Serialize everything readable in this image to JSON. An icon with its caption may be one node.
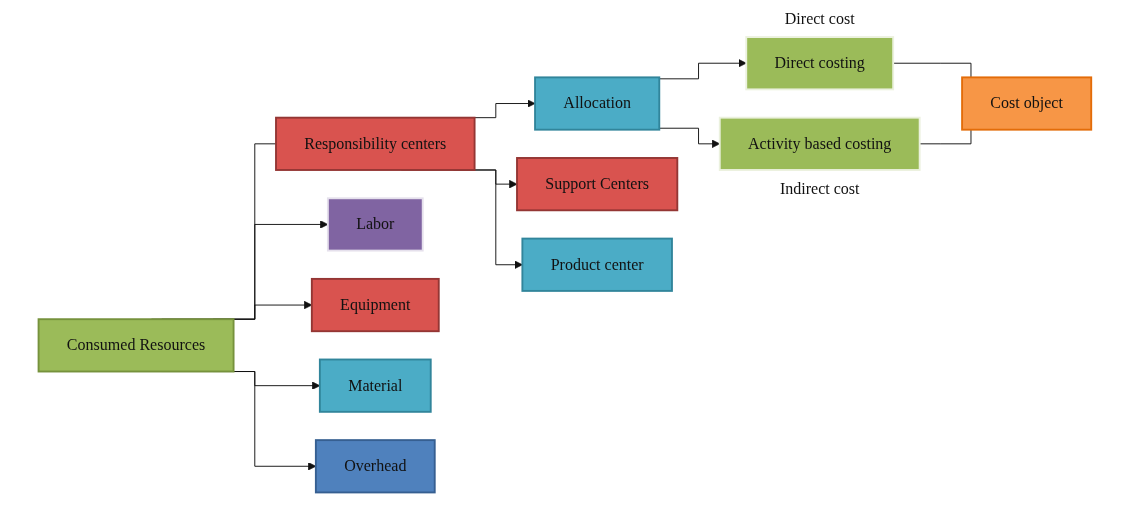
{
  "diagram": {
    "nodes": [
      {
        "text": [
          "Consumed Resources"
        ]
      },
      {
        "text": [
          "Responsibility centers"
        ]
      },
      {
        "text": [
          "Allocation"
        ]
      },
      {
        "text": [
          "Direct costing"
        ],
        "beside": [
          "Direct cost"
        ]
      },
      {
        "text": [
          "Activity based costing"
        ],
        "beside": [
          "Indirect cost"
        ]
      },
      {
        "text": [
          "Cost object"
        ]
      },
      {
        "text": [
          "Labor"
        ]
      },
      {
        "text": [
          "Equipment"
        ]
      },
      {
        "text": [
          "Material"
        ]
      },
      {
        "text": [
          "Overhead"
        ]
      },
      {
        "text": [
          "Support Centers"
        ]
      },
      {
        "text": [
          "Product center"
        ]
      }
    ],
    "edges": [
      {
        "from": 0,
        "to": 1,
        "arrow": "none"
      },
      {
        "from": 1,
        "to": 2,
        "arrow": "to"
      },
      {
        "from": 2,
        "to": 3,
        "arrow": "to"
      },
      {
        "from": 2,
        "to": 4,
        "arrow": "to"
      },
      {
        "from": 3,
        "to": 5,
        "arrow": "none"
      },
      {
        "from": 4,
        "to": 5,
        "arrow": "none"
      },
      {
        "from": 0,
        "to": 6,
        "arrow": "to"
      },
      {
        "from": 0,
        "to": 7,
        "arrow": "to"
      },
      {
        "from": 0,
        "to": 8,
        "arrow": "to"
      },
      {
        "from": 0,
        "to": 9,
        "arrow": "to"
      },
      {
        "from": 1,
        "to": 10,
        "arrow": "to"
      },
      {
        "from": 1,
        "to": 11,
        "arrow": "to"
      }
    ]
  }
}
